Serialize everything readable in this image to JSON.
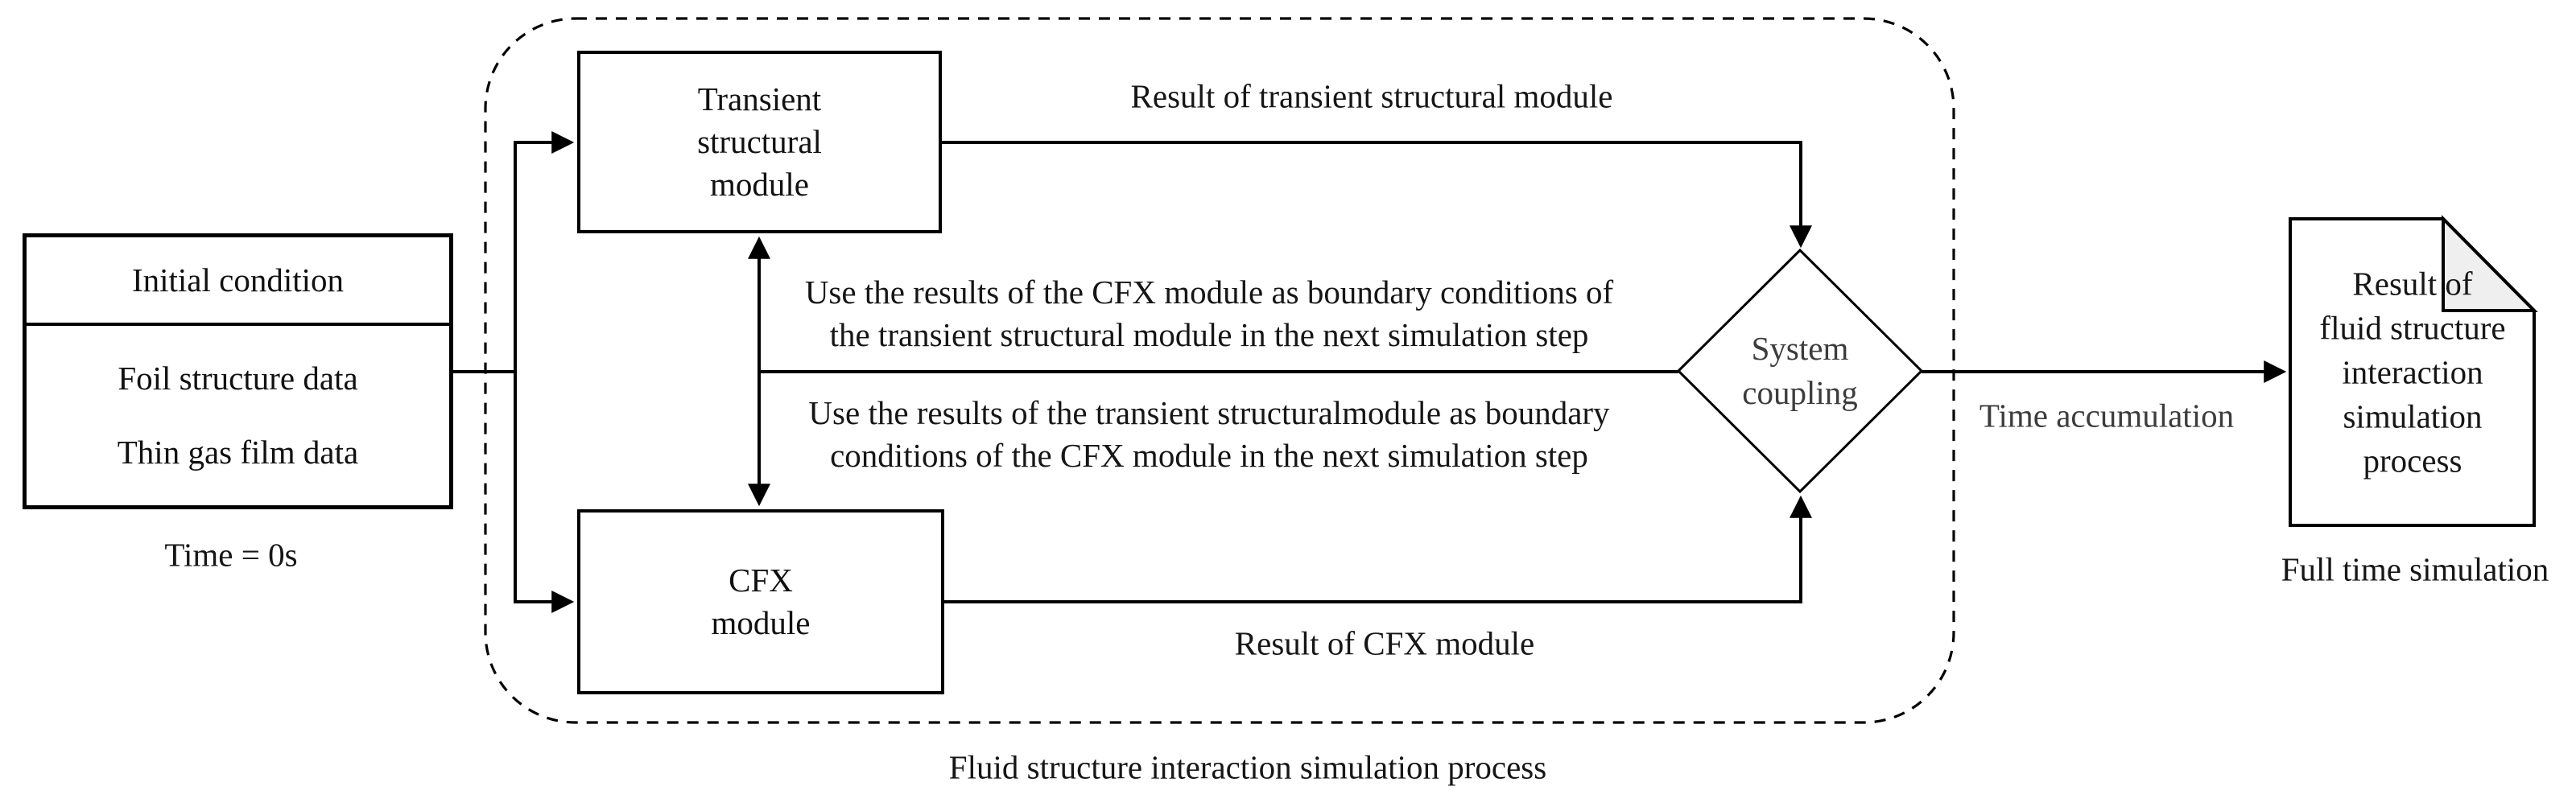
{
  "colors": {
    "ink": "#000000",
    "text": "#161616",
    "fold_fill": "#efefef",
    "background": "#ffffff"
  },
  "left_box": {
    "title": "Initial condition",
    "item1": "Foil structure data",
    "item2": "Thin gas film data",
    "caption": "Time = 0s"
  },
  "transient_box": {
    "line1": "Transient",
    "line2": "structural",
    "line3": "module"
  },
  "cfx_box": {
    "line1": "CFX",
    "line2": "module"
  },
  "diamond": {
    "line1": "System",
    "line2": "coupling"
  },
  "document_shape": {
    "line1": "Result of",
    "line2": "fluid structure",
    "line3": "interaction",
    "line4": "simulation",
    "line5": "process",
    "caption": "Full time simulation"
  },
  "labels": {
    "result_transient": "Result of transient structural module",
    "result_cfx": "Result of CFX module",
    "use_cfx_line1": "Use the results of the CFX module as boundary conditions of",
    "use_cfx_line2": "the transient structural module in the next simulation step",
    "use_transient_line1": "Use the results of the transient structuralmodule as boundary",
    "use_transient_line2": "conditions of the CFX module in the next simulation step",
    "time_accumulation": "Time accumulation",
    "region_caption": "Fluid structure interaction simulation process"
  }
}
